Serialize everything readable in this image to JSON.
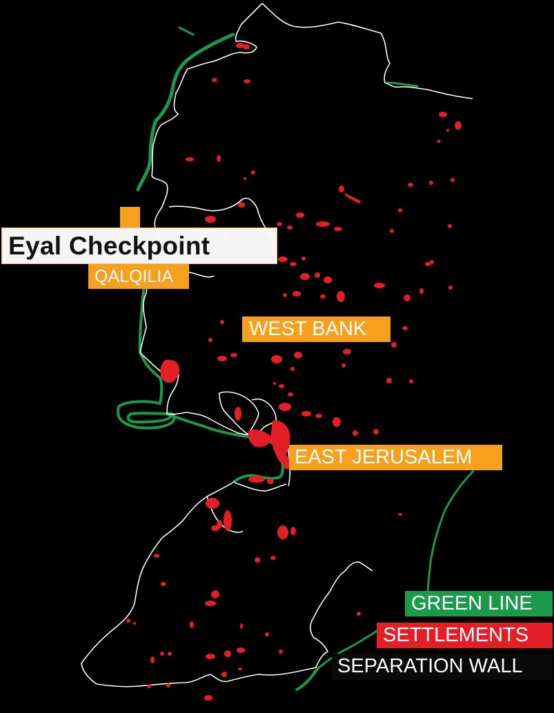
{
  "map": {
    "region": "West Bank",
    "colors": {
      "background": "#000000",
      "green_line": "#1a9a4a",
      "settlements": "#e31e26",
      "separation_wall": "#ffffff",
      "label_accent": "#f6a01d"
    }
  },
  "labels": {
    "checkpoint_title": "Eyal Checkpoint",
    "qalqilia": "QALQILIA",
    "west_bank": "WEST BANK",
    "east_jerusalem": "EAST JERUSALEM"
  },
  "legend": {
    "items": [
      {
        "label": "GREEN LINE",
        "color": "#1a9a4a"
      },
      {
        "label": "SETTLEMENTS",
        "color": "#e31e26"
      },
      {
        "label": "SEPARATION WALL",
        "color": "#0a0a0a"
      }
    ]
  }
}
